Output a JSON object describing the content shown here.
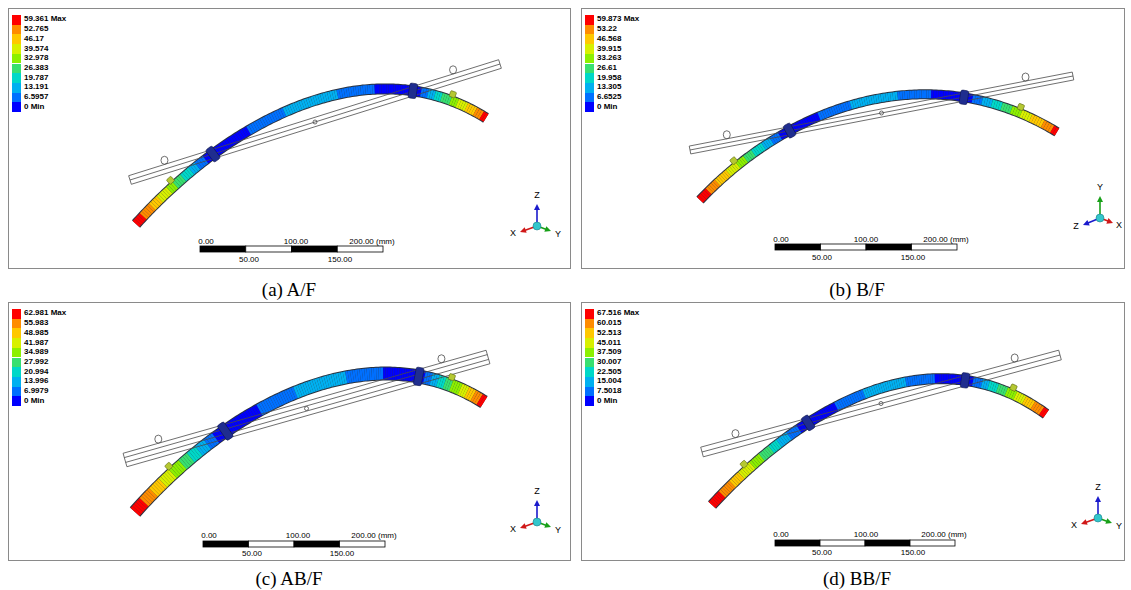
{
  "diagram": {
    "labels": [
      "(a) A/F",
      "0.00",
      "100.00",
      "200.00 (mm)",
      "50.00",
      "150.00",
      "Z",
      "X",
      "Y",
      "(b) B/F",
      "0.00",
      "100.00",
      "200.00 (mm)",
      "50.00",
      "150.00",
      "Y",
      "Z",
      "X",
      "(c) AB/F",
      "0.00",
      "100.00",
      "200.00 (mm)",
      "50.00",
      "150.00",
      "Z",
      "X",
      "Y",
      "(d) BB/F",
      "0.00",
      "100.00",
      "200.00 (mm)",
      "50.00",
      "150.00",
      "Z",
      "X",
      "Y"
    ],
    "legend": [
      {
        "text": "59.361 Max",
        "color": "#ff0000"
      },
      {
        "text": "52.765",
        "color": "#ff8c00"
      },
      {
        "text": "46.17",
        "color": "#ffc800"
      },
      {
        "text": "39.574",
        "color": "#d8f000"
      },
      {
        "text": "32.978",
        "color": "#8cf000"
      },
      {
        "text": "26.383",
        "color": "#38e070"
      },
      {
        "text": "19.787",
        "color": "#00d8c8"
      },
      {
        "text": "13.191",
        "color": "#00b0f0"
      },
      {
        "text": "6.5957",
        "color": "#0070ff"
      },
      {
        "text": "0 Min",
        "color": "#0000ff"
      },
      {
        "text": "59.873 Max",
        "color": "#ff0000"
      },
      {
        "text": "53.22",
        "color": "#ff8c00"
      },
      {
        "text": "46.568",
        "color": "#ffc800"
      },
      {
        "text": "39.915",
        "color": "#d8f000"
      },
      {
        "text": "33.263",
        "color": "#8cf000"
      },
      {
        "text": "26.61",
        "color": "#38e070"
      },
      {
        "text": "19.958",
        "color": "#00d8c8"
      },
      {
        "text": "13.305",
        "color": "#00b0f0"
      },
      {
        "text": "6.6525",
        "color": "#0070ff"
      },
      {
        "text": "0 Min",
        "color": "#0000ff"
      },
      {
        "text": "62.981 Max",
        "color": "#ff0000"
      },
      {
        "text": "55.983",
        "color": "#ff8c00"
      },
      {
        "text": "48.985",
        "color": "#ffc800"
      },
      {
        "text": "41.987",
        "color": "#d8f000"
      },
      {
        "text": "34.989",
        "color": "#8cf000"
      },
      {
        "text": "27.992",
        "color": "#38e070"
      },
      {
        "text": "20.994",
        "color": "#00d8c8"
      },
      {
        "text": "13.996",
        "color": "#00b0f0"
      },
      {
        "text": "6.9979",
        "color": "#0070ff"
      },
      {
        "text": "0 Min",
        "color": "#0000ff"
      },
      {
        "text": "67.516 Max",
        "color": "#ff0000"
      },
      {
        "text": "60.015",
        "color": "#ff8c00"
      },
      {
        "text": "52.513",
        "color": "#ffc800"
      },
      {
        "text": "45.011",
        "color": "#d8f000"
      },
      {
        "text": "37.509",
        "color": "#8cf000"
      },
      {
        "text": "30.007",
        "color": "#38e070"
      },
      {
        "text": "22.505",
        "color": "#00d8c8"
      },
      {
        "text": "15.004",
        "color": "#00b0f0"
      },
      {
        "text": "7.5018",
        "color": "#0070ff"
      },
      {
        "text": "0 Min",
        "color": "#0000ff"
      }
    ]
  }
}
